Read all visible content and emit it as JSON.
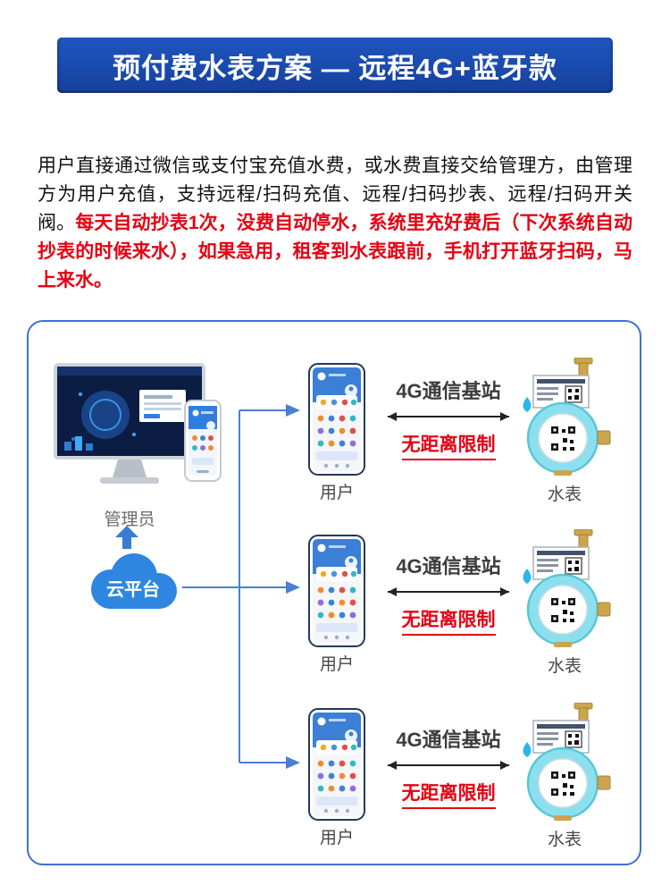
{
  "banner": {
    "title": "预付费水表方案 — 远程4G+蓝牙款"
  },
  "intro": {
    "normal": "用户直接通过微信或支付宝充值水费，或水费直接交给管理方，由管理方为用户充值，支持远程/扫码充值、远程/扫码抄表、远程/扫码开关阀。",
    "highlight": "每天自动抄表1次，没费自动停水，系统里充好费后（下次系统自动抄表的时候来水），如果急用，租客到水表跟前，手机打开蓝牙扫码，马上来水。"
  },
  "diagram": {
    "admin_label": "管理员",
    "cloud_label": "云平台",
    "rows": [
      {
        "user_label": "用户",
        "station_label": "4G通信基站",
        "limit_label": "无距离限制",
        "meter_label": "水表"
      },
      {
        "user_label": "用户",
        "station_label": "4G通信基站",
        "limit_label": "无距离限制",
        "meter_label": "水表"
      },
      {
        "user_label": "用户",
        "station_label": "4G通信基站",
        "limit_label": "无距离限制",
        "meter_label": "水表"
      }
    ]
  },
  "colors": {
    "banner_blue": "#1a4aae",
    "accent_red": "#e60012",
    "diagram_border": "#3f6fd8",
    "cloud_blue": "#2e86e0",
    "connector_blue": "#4a7fd4",
    "meter_cyan": "#8ce0ee"
  }
}
